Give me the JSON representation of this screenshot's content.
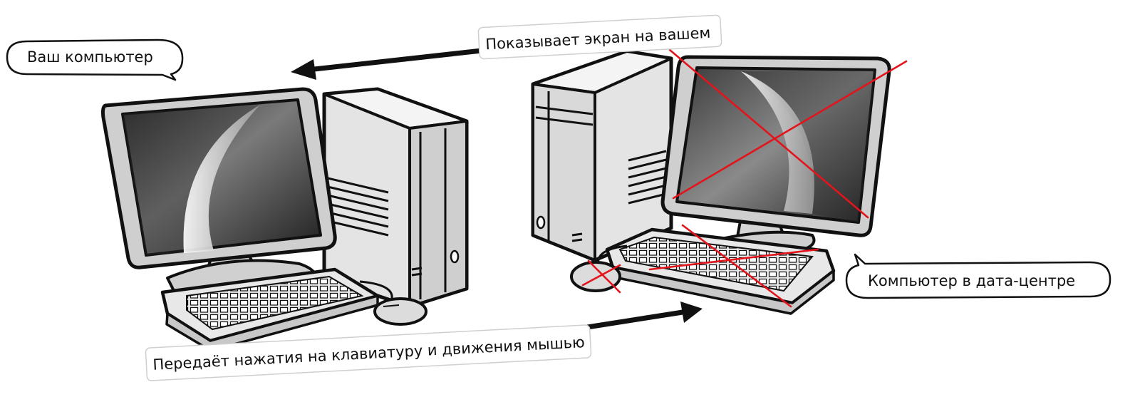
{
  "labels": {
    "your_computer": "Ваш компьютер",
    "datacenter_computer": "Компьютер в дата-центре",
    "shows_screen": "Показывает экран на вашем",
    "sends_input": "Передаёт нажатия на клавиатуру и движения мышью"
  },
  "colors": {
    "outline": "#111111",
    "case": "#e6e6e6",
    "case_shade": "#c9c9c9",
    "cross": "#e3141c",
    "bubble_fill": "#ffffff",
    "tag_border": "#cccccc"
  },
  "icons": [
    "desktop-computer-icon",
    "desktop-computer-icon",
    "arrow-left-icon",
    "arrow-right-icon",
    "red-cross-icon"
  ]
}
